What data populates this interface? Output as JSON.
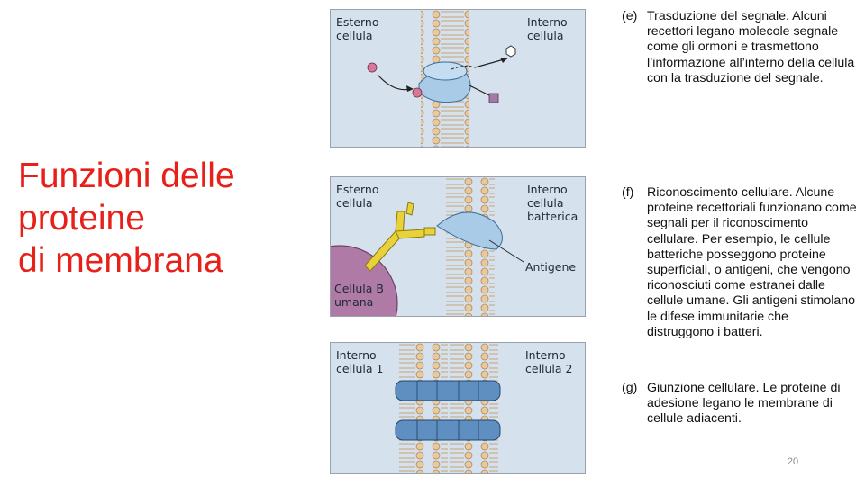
{
  "slide": {
    "title_lines": [
      "Funzioni delle",
      "proteine",
      "di membrana"
    ],
    "page_number": "20"
  },
  "panels": {
    "e": {
      "left_label": "Esterno\ncellula",
      "right_label": "Interno\ncellula"
    },
    "f": {
      "left_label": "Esterno\ncellula",
      "right_label": "Interno\ncellula\nbatterica",
      "antigen_label": "Antigene",
      "cell_label": "Cellula B\numana"
    },
    "g": {
      "left_label": "Interno\ncellula 1",
      "right_label": "Interno\ncellula 2"
    }
  },
  "captions": {
    "e": {
      "letter": "(e)",
      "text": "Trasduzione del segnale. Alcuni recettori legano molecole segnale come gli ormoni e trasmettono l’informazione all’interno della cellula con la trasduzione del segnale."
    },
    "f": {
      "letter": "(f)",
      "text": "Riconoscimento cellulare. Alcune proteine recettoriali funzionano come segnali per il riconoscimento cellulare. Per esempio, le cellule batteriche posseggono proteine superficiali, o antigeni, che vengono riconosciuti come estranei dalle cellule umane. Gli antigeni stimolano le difese immunitarie che distruggono i batteri."
    },
    "g": {
      "letter": "(g)",
      "text": "Giunzione cellulare. Le proteine di adesione legano le membrane di cellule adiacenti."
    }
  },
  "colors": {
    "title": "#e8201a",
    "panel_bg": "#d5e1ec",
    "lipid_head": "#e9c89c",
    "receptor": "#a9cbe8",
    "antibody": "#e8d23a",
    "b_cell": "#b07aa6",
    "junction_protein": "#5f8fc0"
  }
}
